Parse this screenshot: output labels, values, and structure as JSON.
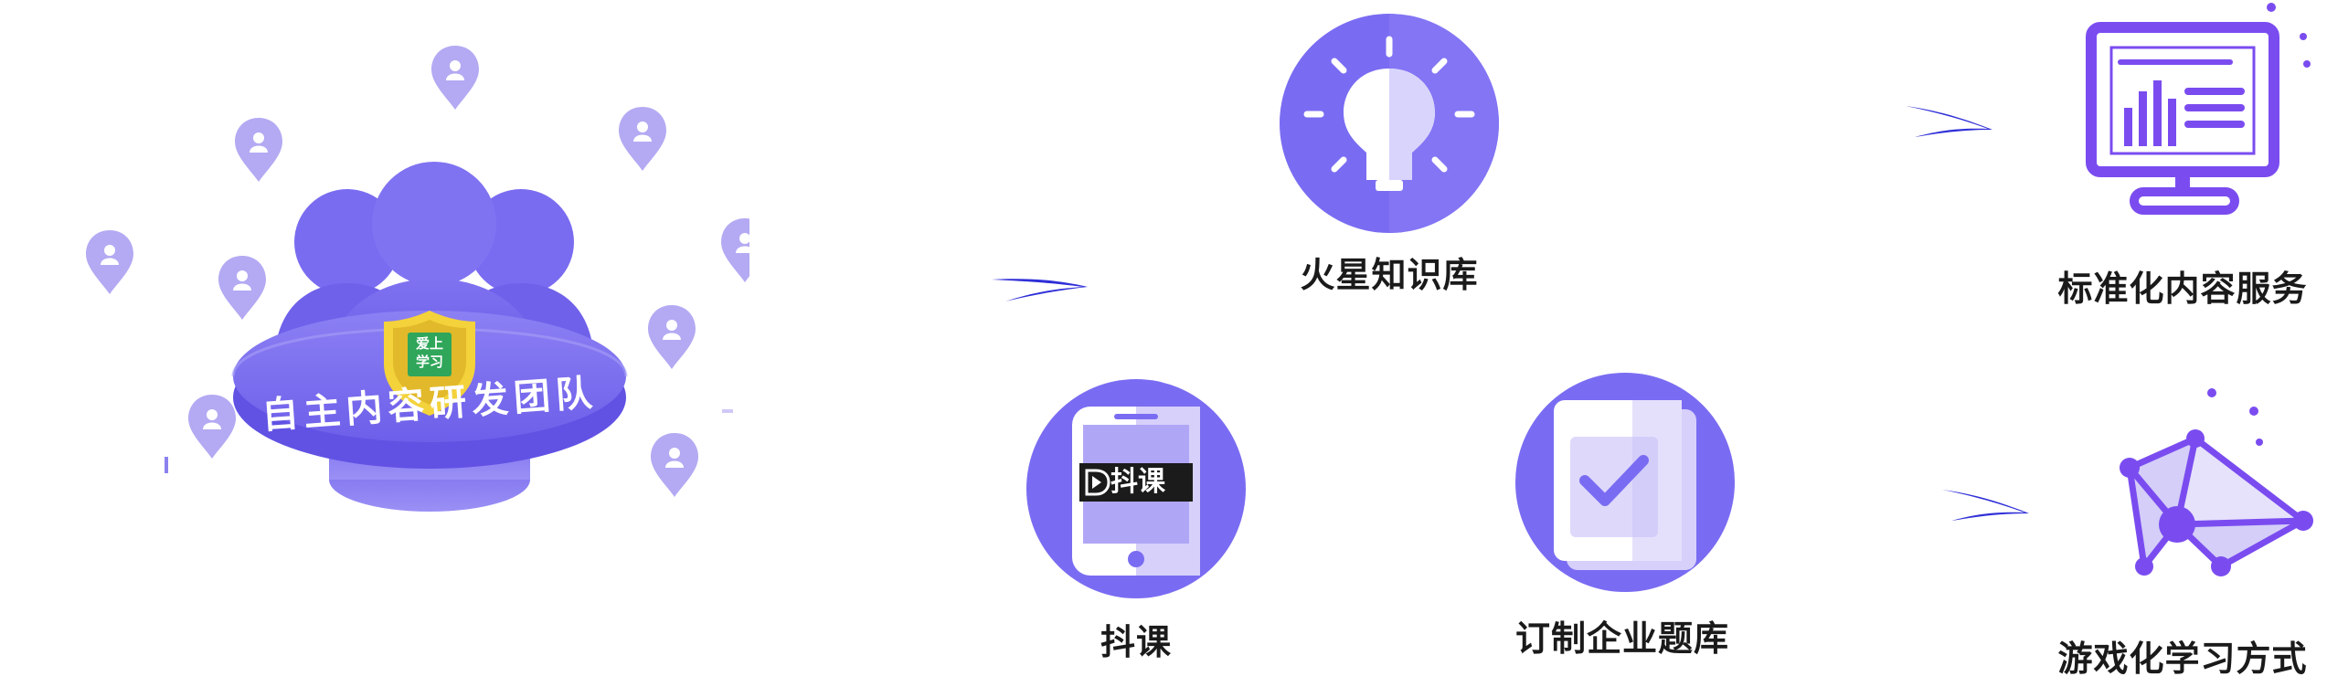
{
  "team": {
    "banner_text": "自主内容研发团队",
    "shield_text_line1": "爱上",
    "shield_text_line2": "学习"
  },
  "nodes": {
    "mars_knowledge_base": {
      "label": "火星知识库",
      "icon": "lightbulb-icon"
    },
    "doukou": {
      "label": "抖课",
      "icon": "phone-icon",
      "screen_text": "抖课"
    },
    "custom_question_bank": {
      "label": "订制企业题库",
      "icon": "checkbook-icon"
    }
  },
  "outputs": {
    "standard_service": {
      "label": "标准化内容服务",
      "icon": "monitor-chart-icon"
    },
    "gamified_learning": {
      "label": "游戏化学习方式",
      "icon": "network-icon"
    }
  },
  "colors": {
    "primary": "#7a6cf2",
    "primary_dark": "#6a5ae8",
    "light": "#b9b1f7",
    "pin": "#b3aaf3",
    "shield_yellow": "#f3d23b",
    "shield_green": "#2fa65a",
    "arrow": "#2f2fd8"
  }
}
